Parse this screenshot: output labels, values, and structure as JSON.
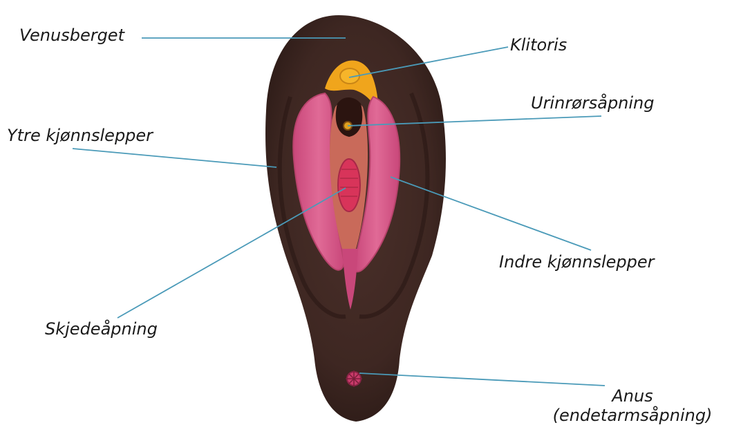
{
  "labels": {
    "venusberget": "Venusberget",
    "klitoris": "Klitoris",
    "urinror": "Urinrørsåpning",
    "ytre": "Ytre kjønnslepper",
    "indre": "Indre kjønnslepper",
    "skjede": "Skjedeåpning",
    "anus_line1": "Anus",
    "anus_line2": "(endetarmsåpning)"
  },
  "colors": {
    "leader_line": "#4a9ab8",
    "body": "#3e2722",
    "body_dark": "#2b1a16",
    "clitoral_hood": "#f0a51c",
    "inner_labia": "#d95c8a",
    "inner_labia_dark": "#b8436c",
    "vestibule": "#c96a5a",
    "vaginal_opening": "#d8345a"
  }
}
